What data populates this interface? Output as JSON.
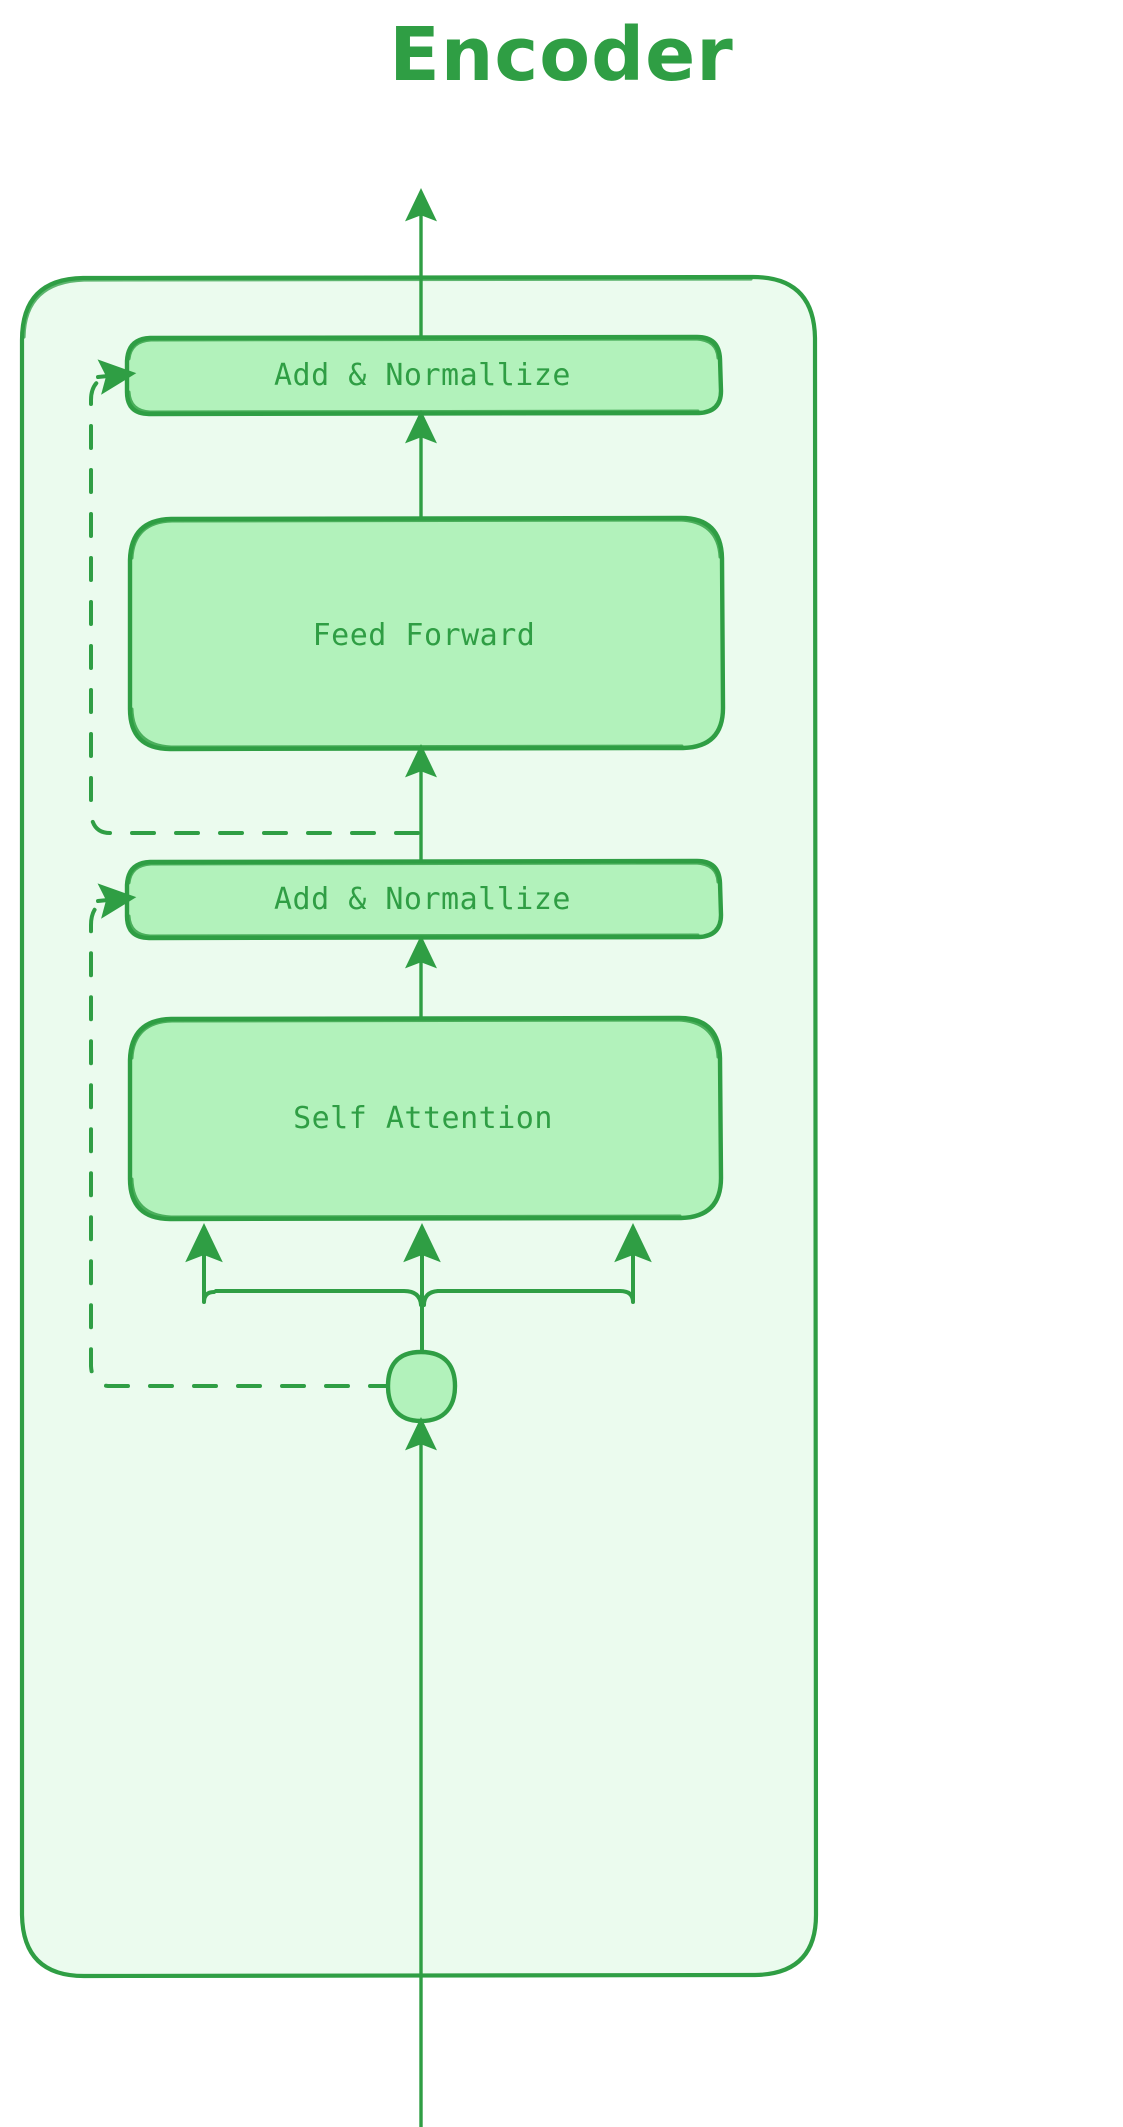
{
  "diagram": {
    "title": "Encoder",
    "type": "transformer-encoder-block",
    "colors": {
      "stroke": "#2f9e44",
      "inner_fill": "#b2f2bb",
      "container_fill": "#ebfbee",
      "page_background": "#ffffff",
      "text": "#2f9e44"
    },
    "container": {
      "name": "Encoder block container",
      "fill": "#ebfbee"
    },
    "nodes": [
      {
        "id": "add_norm_top",
        "label": "Add & Normallize",
        "shape": "rounded-rect"
      },
      {
        "id": "feed_forward",
        "label": "Feed Forward",
        "shape": "rounded-rect"
      },
      {
        "id": "add_norm_bottom",
        "label": "Add & Normallize",
        "shape": "rounded-rect"
      },
      {
        "id": "self_attention",
        "label": "Self Attention",
        "shape": "rounded-rect"
      },
      {
        "id": "input_junction",
        "label": "",
        "shape": "circle"
      }
    ],
    "edges": [
      {
        "from": "input",
        "to": "input_junction",
        "style": "solid",
        "arrow": true
      },
      {
        "from": "input_junction",
        "to": "self_attention",
        "style": "solid",
        "arrow": true,
        "fanout": 3
      },
      {
        "from": "input_junction",
        "to": "add_norm_bottom",
        "style": "dashed",
        "arrow": true,
        "kind": "residual"
      },
      {
        "from": "self_attention",
        "to": "add_norm_bottom",
        "style": "solid",
        "arrow": true
      },
      {
        "from": "add_norm_bottom",
        "to": "feed_forward",
        "style": "solid",
        "arrow": true
      },
      {
        "from": "add_norm_bottom",
        "to": "add_norm_top",
        "style": "dashed",
        "arrow": true,
        "kind": "residual"
      },
      {
        "from": "feed_forward",
        "to": "add_norm_top",
        "style": "solid",
        "arrow": true
      },
      {
        "from": "add_norm_top",
        "to": "output",
        "style": "solid",
        "arrow": true
      }
    ]
  }
}
